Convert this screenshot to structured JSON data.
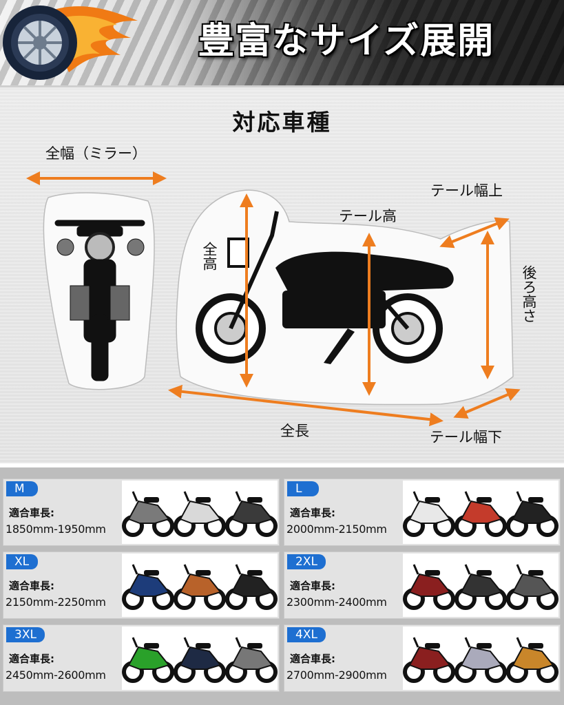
{
  "header": {
    "title": "豊富なサイズ展開",
    "logo_icon": "tire-flame-icon"
  },
  "diagram": {
    "heading": "対応車種",
    "labels": {
      "full_width_mirror": "全幅（ミラー）",
      "tail_width_top": "テール幅上",
      "tail_height": "テール高",
      "full_height": "全高",
      "rear_height": "後ろ高さ",
      "full_length": "全長",
      "tail_width_bottom": "テール幅下"
    },
    "arrow_color": "#ee7d1f"
  },
  "sizes": [
    {
      "size": "M",
      "fit_label": "適合車長:",
      "range": "1850mm-1950mm",
      "photos": "scooter-icon"
    },
    {
      "size": "L",
      "fit_label": "適合車長:",
      "range": "2000mm-2150mm",
      "photos": "scooter-icon"
    },
    {
      "size": "XL",
      "fit_label": "適合車長:",
      "range": "2150mm-2250mm",
      "photos": "motorcycle-icon"
    },
    {
      "size": "2XL",
      "fit_label": "適合車長:",
      "range": "2300mm-2400mm",
      "photos": "motorcycle-icon"
    },
    {
      "size": "3XL",
      "fit_label": "適合車長:",
      "range": "2450mm-2600mm",
      "photos": "motorcycle-icon"
    },
    {
      "size": "4XL",
      "fit_label": "適合車長:",
      "range": "2700mm-2900mm",
      "photos": "touring-motorcycle-icon"
    }
  ],
  "colors": {
    "badge": "#1e6fd1",
    "arrow": "#ee7d1f"
  }
}
